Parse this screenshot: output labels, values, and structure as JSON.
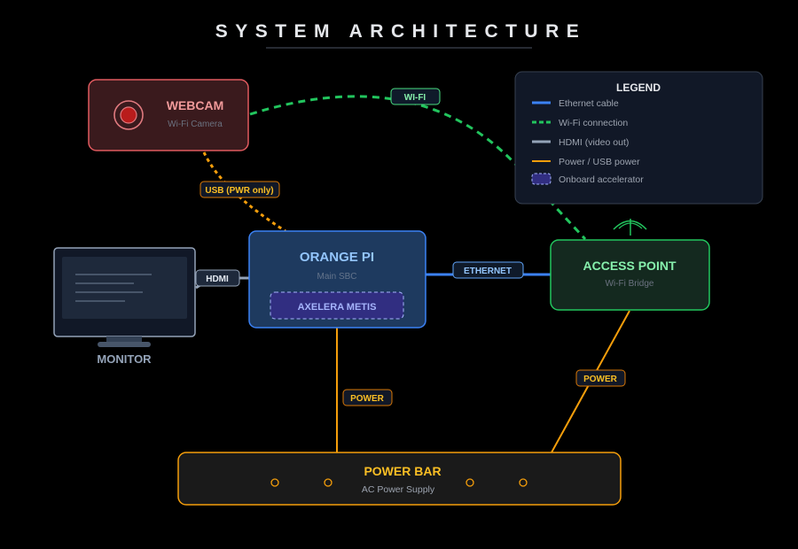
{
  "title": "SYSTEM ARCHITECTURE",
  "colors": {
    "ethernet": "#3b82f6",
    "wifi": "#22c55e",
    "hdmi": "#94a3b8",
    "power": "#f59e0b",
    "accelerator": "#6366f1"
  },
  "legend": {
    "title": "LEGEND",
    "items": [
      {
        "label": "Ethernet cable",
        "style": "ethernet"
      },
      {
        "label": "Wi-Fi connection",
        "style": "wifi"
      },
      {
        "label": "HDMI (video out)",
        "style": "hdmi"
      },
      {
        "label": "Power / USB power",
        "style": "power"
      },
      {
        "label": "Onboard accelerator",
        "style": "accelerator"
      }
    ]
  },
  "nodes": {
    "webcam": {
      "title": "WEBCAM",
      "subtitle": "Wi-Fi Camera",
      "icon": "camera-lens-icon"
    },
    "orange_pi": {
      "title": "ORANGE PI",
      "subtitle": "Main SBC",
      "accelerator": "AXELERA METIS"
    },
    "access_point": {
      "title": "ACCESS POINT",
      "subtitle": "Wi-Fi Bridge",
      "icon": "antenna-icon"
    },
    "monitor": {
      "label": "MONITOR",
      "icon": "monitor-icon"
    },
    "power_bar": {
      "title": "POWER BAR",
      "subtitle": "AC Power Supply",
      "outlets": 4
    }
  },
  "connections": {
    "wifi": "WI-FI",
    "usb": "USB (PWR only)",
    "hdmi": "HDMI",
    "ethernet": "ETHERNET",
    "power_pi": "POWER",
    "power_ap": "POWER"
  }
}
